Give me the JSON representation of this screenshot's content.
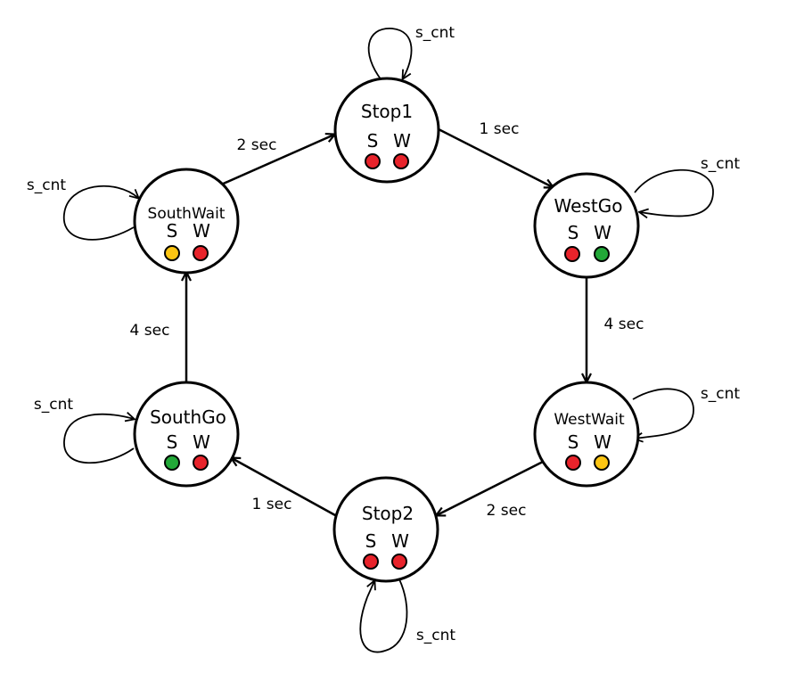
{
  "colors": {
    "red": "#e8232b",
    "green": "#22a838",
    "yellow": "#fcc513"
  },
  "states": [
    {
      "id": "stop1",
      "name": "Stop1",
      "s_label": "S",
      "w_label": "W",
      "s_light": "red",
      "w_light": "red"
    },
    {
      "id": "westgo",
      "name": "WestGo",
      "s_label": "S",
      "w_label": "W",
      "s_light": "red",
      "w_light": "green"
    },
    {
      "id": "westwait",
      "name": "WestWait",
      "s_label": "S",
      "w_label": "W",
      "s_light": "red",
      "w_light": "yellow"
    },
    {
      "id": "stop2",
      "name": "Stop2",
      "s_label": "S",
      "w_label": "W",
      "s_light": "red",
      "w_light": "red"
    },
    {
      "id": "southgo",
      "name": "SouthGo",
      "s_label": "S",
      "w_label": "W",
      "s_light": "green",
      "w_light": "red"
    },
    {
      "id": "southwait",
      "name": "SouthWait",
      "s_label": "S",
      "w_label": "W",
      "s_light": "yellow",
      "w_light": "red"
    }
  ],
  "transitions": [
    {
      "from": "Stop1",
      "to": "WestGo",
      "label": "1 sec"
    },
    {
      "from": "WestGo",
      "to": "WestWait",
      "label": "4 sec"
    },
    {
      "from": "WestWait",
      "to": "Stop2",
      "label": "2 sec"
    },
    {
      "from": "Stop2",
      "to": "SouthGo",
      "label": "1 sec"
    },
    {
      "from": "SouthGo",
      "to": "SouthWait",
      "label": "4 sec"
    },
    {
      "from": "SouthWait",
      "to": "Stop1",
      "label": "2 sec"
    }
  ],
  "self_loops": [
    {
      "state": "Stop1",
      "label": "s_cnt"
    },
    {
      "state": "WestGo",
      "label": "s_cnt"
    },
    {
      "state": "WestWait",
      "label": "s_cnt"
    },
    {
      "state": "Stop2",
      "label": "s_cnt"
    },
    {
      "state": "SouthGo",
      "label": "s_cnt"
    },
    {
      "state": "SouthWait",
      "label": "s_cnt"
    }
  ]
}
